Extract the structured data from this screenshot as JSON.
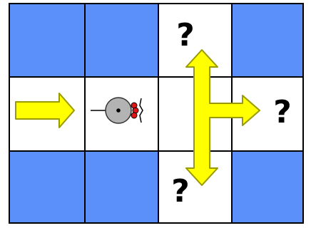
{
  "grid": {
    "rows": 3,
    "cols": 4,
    "cells": [
      [
        "wall",
        "wall",
        "open",
        "wall"
      ],
      [
        "open",
        "open",
        "open",
        "open"
      ],
      [
        "wall",
        "wall",
        "open",
        "wall"
      ]
    ]
  },
  "labels": {
    "unknown_top": "?",
    "unknown_right": "?",
    "unknown_bottom": "?"
  },
  "colors": {
    "wall": "#5b8ff9",
    "open": "#ffffff",
    "gridline": "#000000",
    "arrow_fill": "#ffff00",
    "arrow_stroke": "#999900",
    "robot_body": "#b3b3b3",
    "robot_sensor": "#e01515"
  },
  "icons": {
    "entry_arrow": "right-arrow-icon",
    "robot": "robot-icon",
    "junction": "t-junction-arrow-icon"
  }
}
